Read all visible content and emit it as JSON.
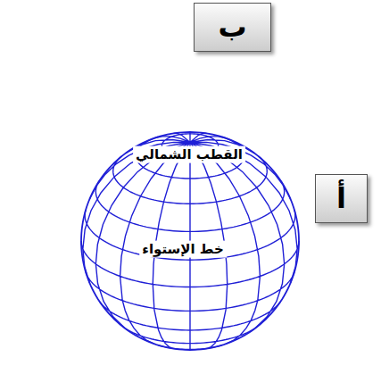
{
  "diagram": {
    "nodes": [
      {
        "text": [
          "ب"
        ]
      },
      {
        "text": [
          "أ"
        ]
      }
    ],
    "labels": [
      "القطب الشمالي",
      "خط الإستواء"
    ]
  }
}
